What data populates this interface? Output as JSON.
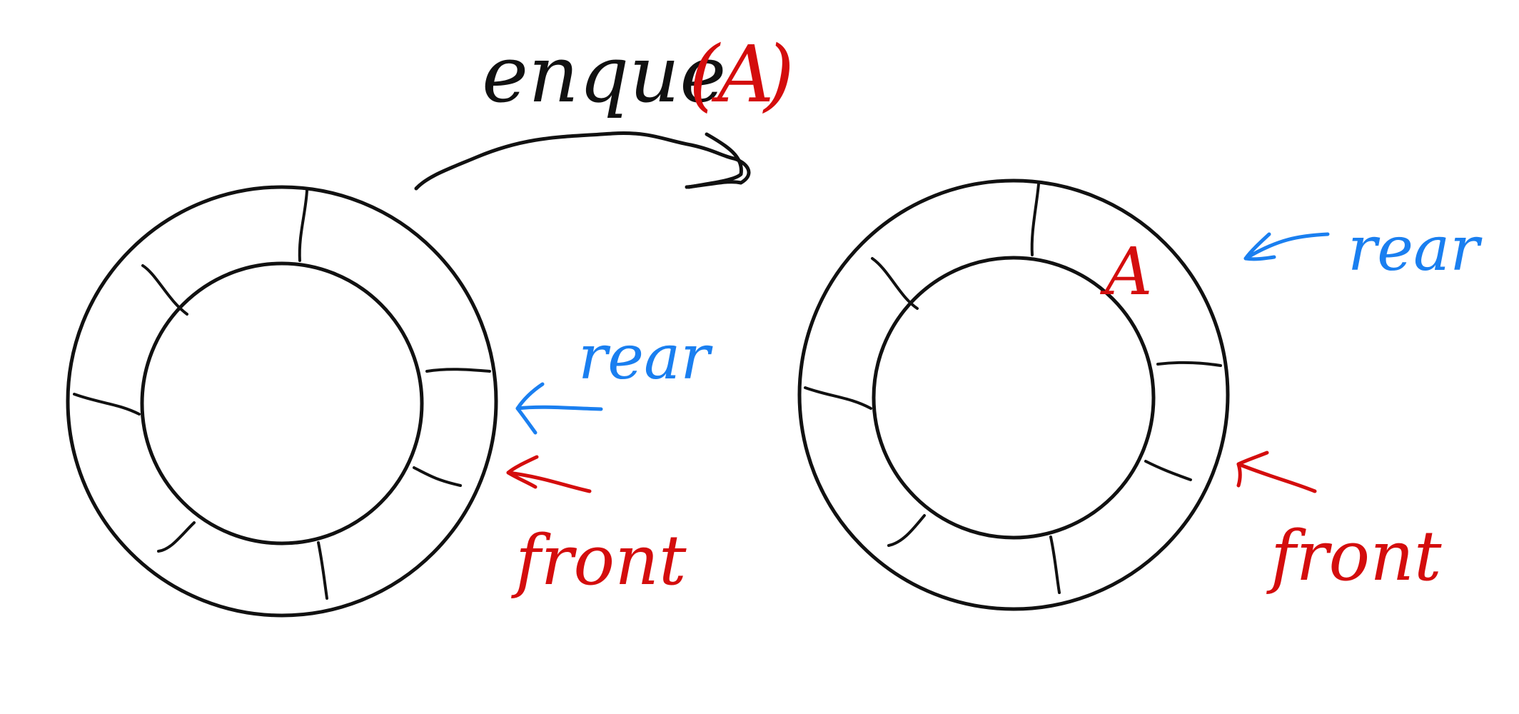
{
  "title": {
    "operation": "enque",
    "open_paren": "(",
    "argument": "A",
    "close_paren": ")"
  },
  "before": {
    "rear_label": "rear",
    "front_label": "front"
  },
  "after": {
    "cell_value": "A",
    "rear_label": "rear",
    "front_label": "front"
  },
  "colors": {
    "ink": "#111111",
    "front": "#d40d0d",
    "rear": "#1a7ff0"
  }
}
